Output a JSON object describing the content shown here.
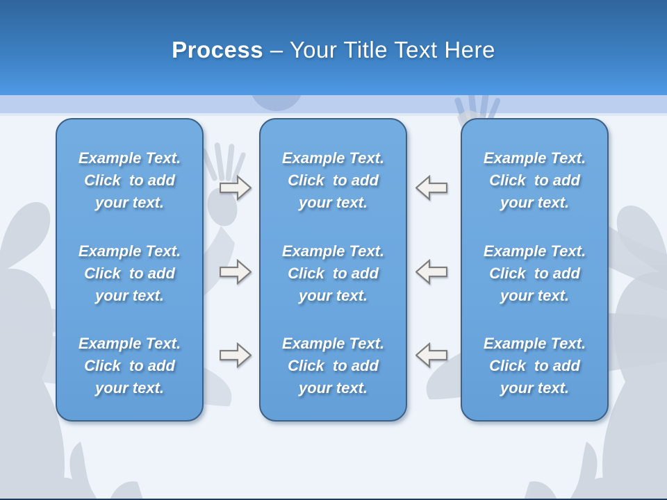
{
  "title": {
    "bold": "Process",
    "rest": " – Your Title Text Here"
  },
  "panels": [
    {
      "name": "left",
      "blocks": [
        {
          "lines": [
            "Example Text.",
            "Click  to add",
            "your text."
          ]
        },
        {
          "lines": [
            "Example Text.",
            "Click  to add",
            "your text."
          ]
        },
        {
          "lines": [
            "Example Text.",
            "Click  to add",
            "your text."
          ]
        }
      ]
    },
    {
      "name": "center",
      "blocks": [
        {
          "lines": [
            "Example Text.",
            "Click  to add",
            "your text."
          ]
        },
        {
          "lines": [
            "Example Text.",
            "Click  to add",
            "your text."
          ]
        },
        {
          "lines": [
            "Example Text.",
            "Click  to add",
            "your text."
          ]
        }
      ]
    },
    {
      "name": "right",
      "blocks": [
        {
          "lines": [
            "Example Text.",
            "Click  to add",
            "your text."
          ]
        },
        {
          "lines": [
            "Example Text.",
            "Click  to add",
            "your text."
          ]
        },
        {
          "lines": [
            "Example Text.",
            "Click  to add",
            "your text."
          ]
        }
      ]
    }
  ],
  "arrows": [
    {
      "direction": "right",
      "row": 1
    },
    {
      "direction": "right",
      "row": 2
    },
    {
      "direction": "right",
      "row": 3
    },
    {
      "direction": "left",
      "row": 1
    },
    {
      "direction": "left",
      "row": 2
    },
    {
      "direction": "left",
      "row": 3
    }
  ],
  "background_art": [
    "left-person-silhouette",
    "right-person-silhouette",
    "ball",
    "raised-hand-fingers"
  ],
  "colors": {
    "background": "#eff4fa",
    "header_top": "#30659c",
    "header_bottom": "#4f99e5",
    "band": "#bccfee",
    "panel_fill": "#6ca7de",
    "panel_border": "#3d6186",
    "panel_text": "#ffffff",
    "title_text": "#ffffff",
    "arrow_fill": "#f2f1ee",
    "arrow_stroke": "#7e7e7e",
    "footer_line": "#1b3a5c"
  }
}
